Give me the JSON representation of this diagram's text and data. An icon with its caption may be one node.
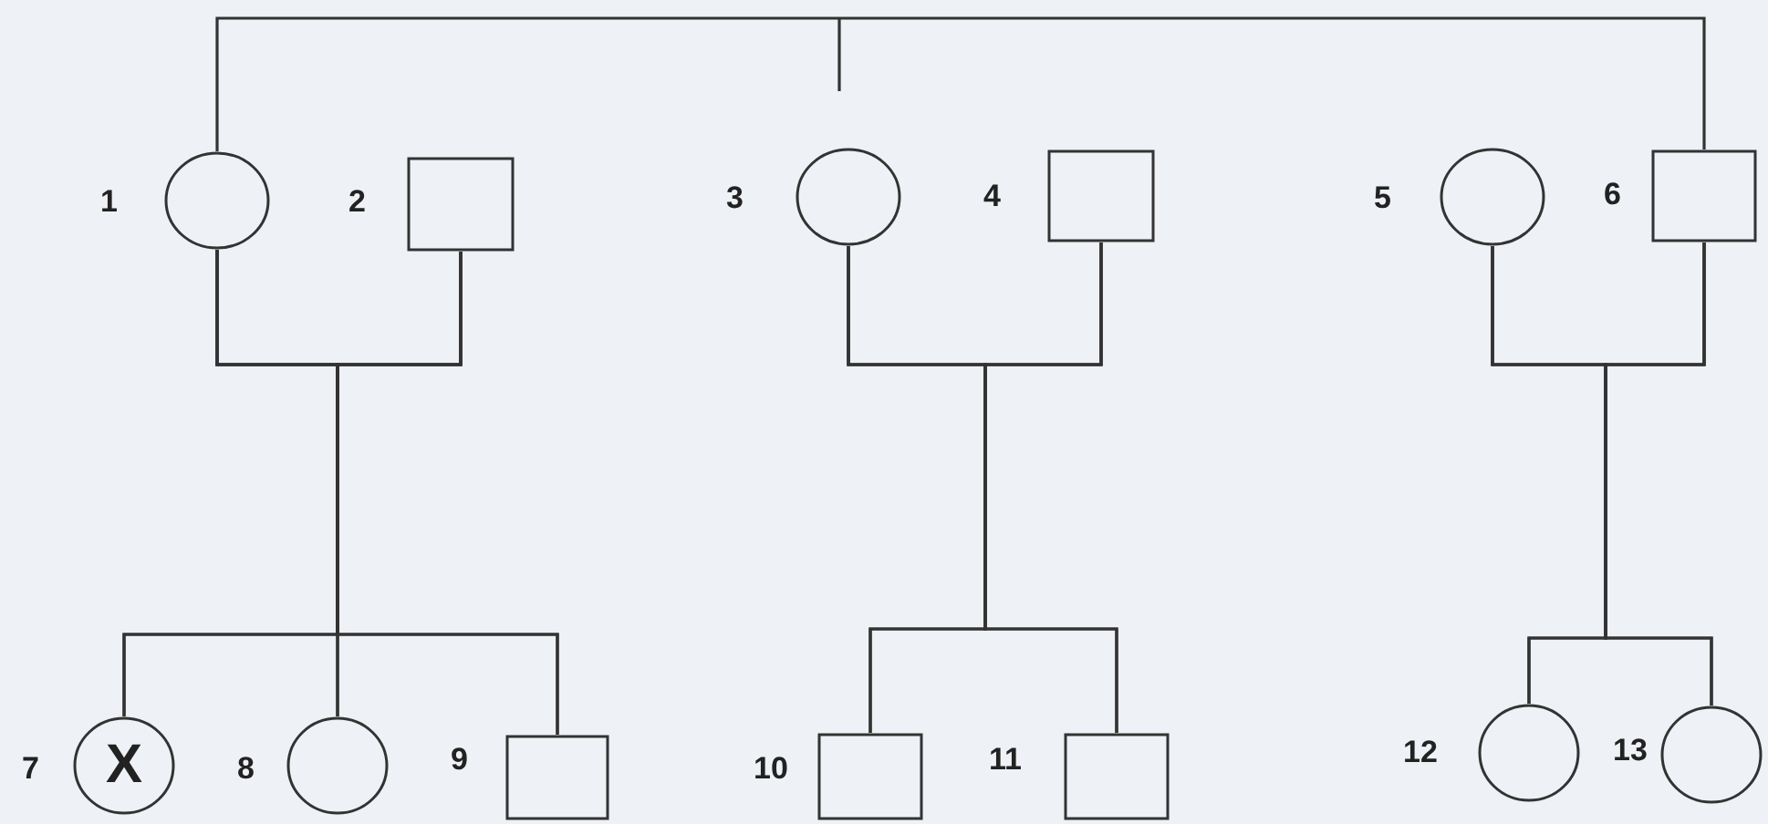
{
  "diagram": {
    "nodes": [
      {
        "text": [],
        "shape": "circle",
        "beside": [
          "1"
        ]
      },
      {
        "text": [],
        "shape": "box",
        "beside": [
          "2"
        ]
      },
      {
        "text": [],
        "shape": "circle",
        "beside": [
          "3"
        ]
      },
      {
        "text": [],
        "shape": "box",
        "beside": [
          "4"
        ]
      },
      {
        "text": [],
        "shape": "circle",
        "beside": [
          "5"
        ]
      },
      {
        "text": [],
        "shape": "box",
        "beside": [
          "6"
        ]
      },
      {
        "text": [
          "X"
        ],
        "beside": [
          "7"
        ]
      },
      {
        "text": [],
        "shape": "circle",
        "beside": [
          "8"
        ]
      },
      {
        "text": [],
        "shape": "box",
        "beside": [
          "9"
        ]
      },
      {
        "text": [],
        "shape": "box",
        "beside": [
          "10"
        ]
      },
      {
        "text": [],
        "shape": "box",
        "beside": [
          "11"
        ]
      },
      {
        "text": [],
        "shape": "circle",
        "beside": [
          "12"
        ]
      },
      {
        "text": [],
        "shape": "circle",
        "beside": [
          "13"
        ]
      }
    ],
    "edges": [
      {
        "from": 0,
        "to": 5,
        "arrow": "none"
      },
      {
        "from": 0,
        "to": 1,
        "arrow": "none"
      },
      {
        "from": 2,
        "to": 3,
        "arrow": "none"
      },
      {
        "from": 4,
        "to": 5,
        "arrow": "none"
      },
      {
        "from": 0,
        "to": 6,
        "arrow": "none"
      },
      {
        "from": 0,
        "to": 7,
        "arrow": "none"
      },
      {
        "from": 0,
        "to": 8,
        "arrow": "none"
      },
      {
        "from": 1,
        "to": 6,
        "arrow": "none"
      },
      {
        "from": 1,
        "to": 7,
        "arrow": "none"
      },
      {
        "from": 1,
        "to": 8,
        "arrow": "none"
      },
      {
        "from": 2,
        "to": 9,
        "arrow": "none"
      },
      {
        "from": 2,
        "to": 10,
        "arrow": "none"
      },
      {
        "from": 3,
        "to": 9,
        "arrow": "none"
      },
      {
        "from": 3,
        "to": 10,
        "arrow": "none"
      },
      {
        "from": 4,
        "to": 11,
        "arrow": "none"
      },
      {
        "from": 4,
        "to": 12,
        "arrow": "none"
      },
      {
        "from": 5,
        "to": 11,
        "arrow": "none"
      },
      {
        "from": 5,
        "to": 12,
        "arrow": "none"
      }
    ]
  }
}
